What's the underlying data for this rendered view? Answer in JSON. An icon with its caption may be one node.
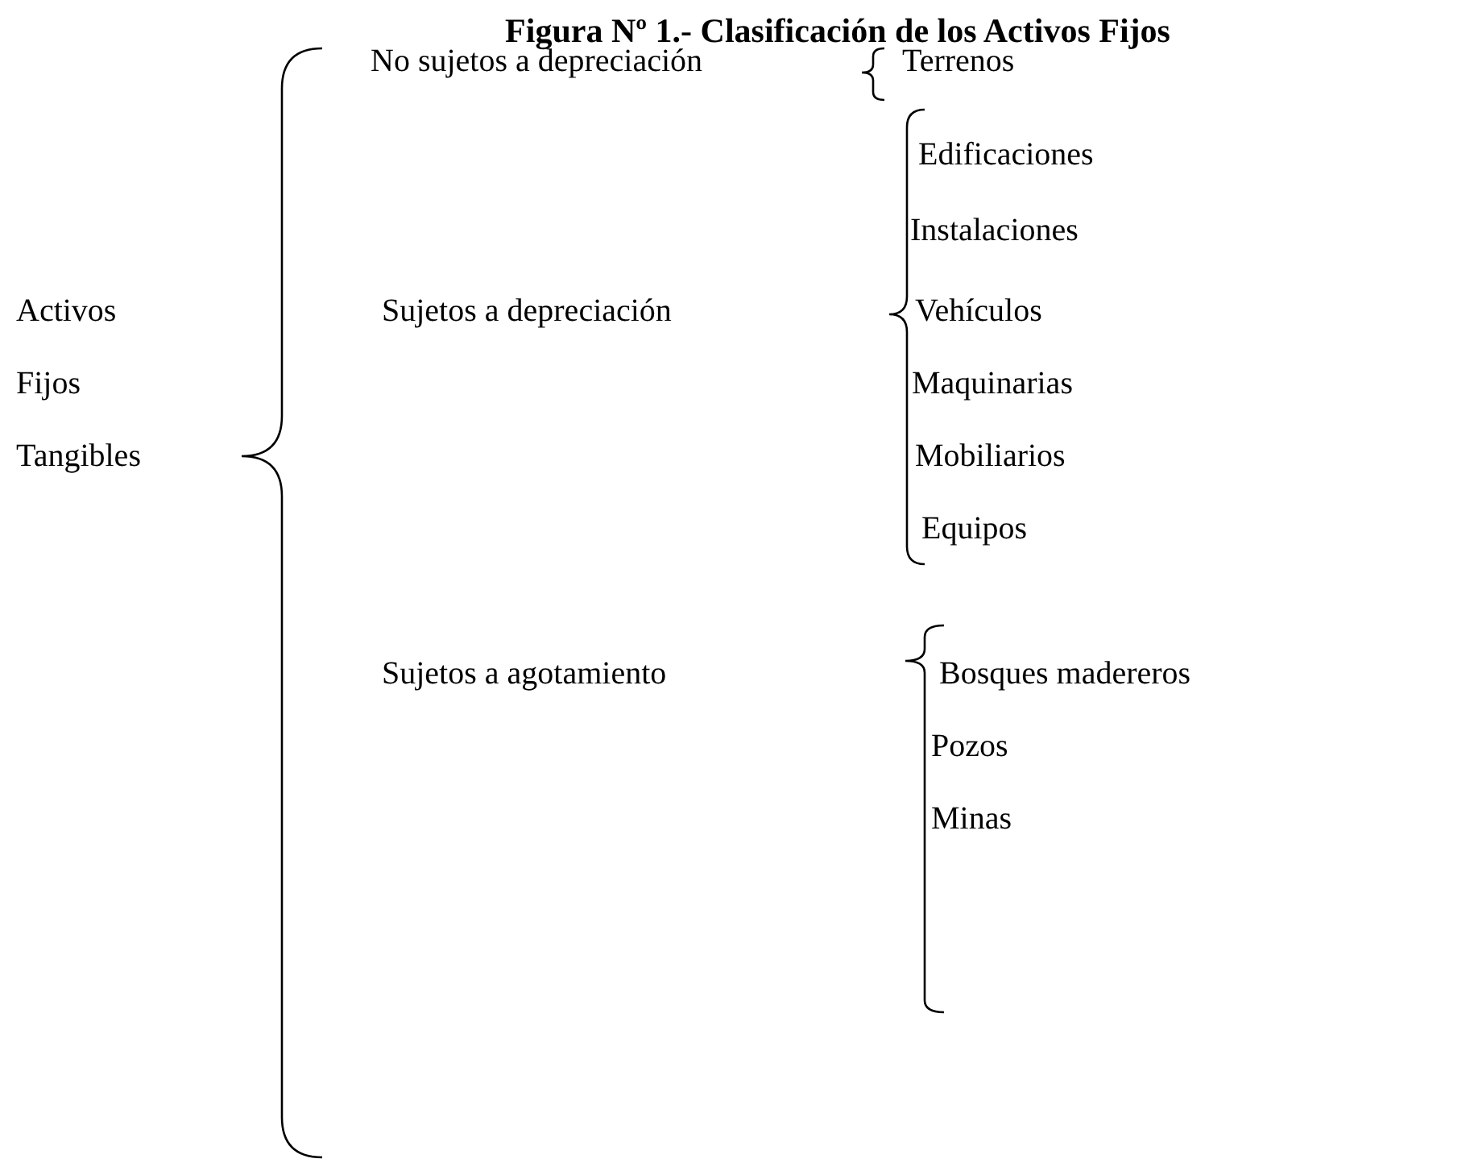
{
  "diagram": {
    "title": "Figura Nº 1.- Clasificación de los Activos Fijos",
    "labels": [
      "No sujetos a depreciación",
      "Terrenos",
      "Edificaciones",
      "Activos",
      "Instalaciones",
      "Fijos",
      "Sujetos a depreciación",
      "Vehículos",
      "Tangibles",
      "Maquinarias",
      "Mobiliarios",
      "Equipos",
      "Sujetos a agotamiento",
      "Bosques madereros",
      "Pozos",
      "Minas"
    ]
  }
}
